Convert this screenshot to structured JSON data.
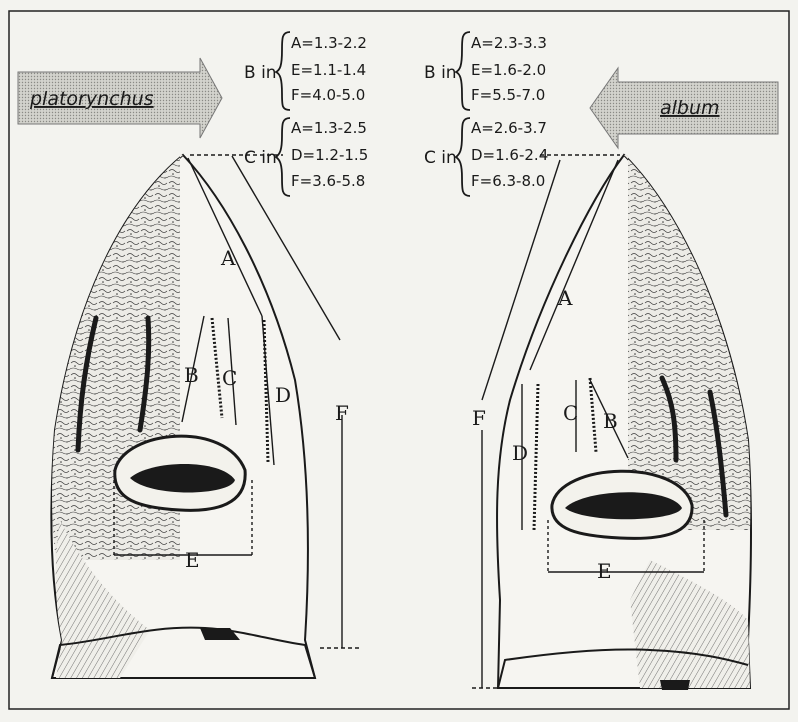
{
  "species": {
    "left": "platorynchus",
    "right": "album"
  },
  "measure_labels": {
    "A": "A",
    "B": "B",
    "C": "C",
    "D": "D",
    "E": "E",
    "F": "F"
  },
  "ratios": {
    "left": {
      "b": {
        "head": "B in",
        "lines": [
          "A=1.3-2.2",
          "E=1.1-1.4",
          "F=4.0-5.0"
        ]
      },
      "c": {
        "head": "C in",
        "lines": [
          "A=1.3-2.5",
          "D=1.2-1.5",
          "F=3.6-5.8"
        ]
      }
    },
    "right": {
      "b": {
        "head": "B in",
        "lines": [
          "A=2.3-3.3",
          "E=1.6-2.0",
          "F=5.5-7.0"
        ]
      },
      "c": {
        "head": "C in",
        "lines": [
          "A=2.6-3.7",
          "D=1.6-2.4",
          "F=6.3-8.0"
        ]
      }
    }
  },
  "colors": {
    "ink": "#1a1a1a",
    "arrow_fill": "#c9c9c3",
    "paper": "#f3f3ef"
  }
}
